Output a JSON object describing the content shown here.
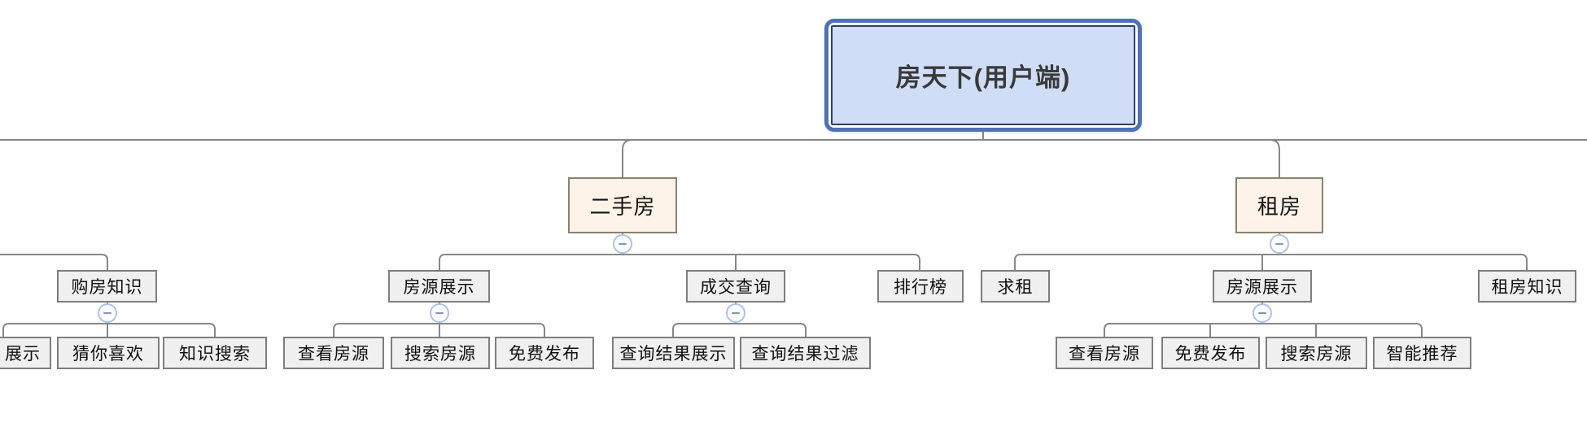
{
  "colors": {
    "root_border": "#4e72b8",
    "root_inner_border": "#333f63",
    "root_fill": "#cfddf6",
    "branch_fill": "#fdf3e8",
    "branch_border": "#8b8071",
    "node_fill": "#f0f0f0",
    "node_border": "#7e7e7e",
    "connector_line": "#878787",
    "collapse_ring": "#abc3ea",
    "collapse_minus": "#7e97c6"
  },
  "icons": {
    "collapse_button": "minus-circle"
  },
  "mindmap": {
    "root": {
      "label": "房天下(用户端)"
    },
    "left_partial_branch": {
      "buy_knowledge": {
        "label": "购房知识",
        "children": {
          "knowledge_display_cut": {
            "label": "展示"
          },
          "guess_you_like": {
            "label": "猜你喜欢"
          },
          "knowledge_search": {
            "label": "知识搜索"
          }
        }
      }
    },
    "secondhand": {
      "label": "二手房",
      "children": {
        "listing_display": {
          "label": "房源展示",
          "children": {
            "view_listing": {
              "label": "查看房源"
            },
            "search_listing": {
              "label": "搜索房源"
            },
            "free_publish": {
              "label": "免费发布"
            }
          }
        },
        "deal_query": {
          "label": "成交查询",
          "children": {
            "result_display": {
              "label": "查询结果展示"
            },
            "result_filter": {
              "label": "查询结果过滤"
            }
          }
        },
        "ranking": {
          "label": "排行榜"
        }
      }
    },
    "rent": {
      "label": "租房",
      "children": {
        "seek_rent": {
          "label": "求租"
        },
        "listing_display": {
          "label": "房源展示",
          "children": {
            "view_listing": {
              "label": "查看房源"
            },
            "free_publish": {
              "label": "免费发布"
            },
            "search_listing": {
              "label": "搜索房源"
            },
            "smart_recommend": {
              "label": "智能推荐"
            }
          }
        },
        "rent_knowledge": {
          "label": "租房知识"
        }
      }
    }
  }
}
